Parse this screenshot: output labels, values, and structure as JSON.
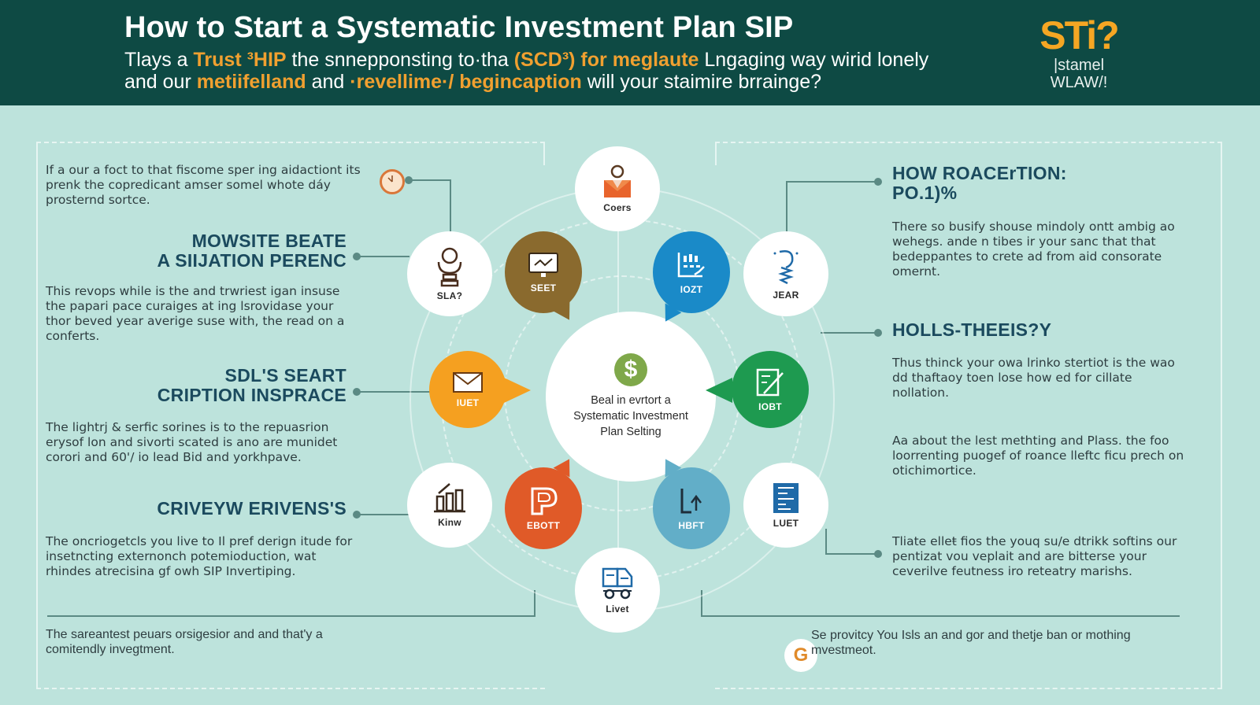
{
  "header": {
    "title": "How to Start a Systematic Investment Plan SIP",
    "subtitle_line1": [
      {
        "text": "Tlays a ",
        "hl": false
      },
      {
        "text": "Trust ³HIP",
        "hl": true
      },
      {
        "text": " the snnepponsting to·tha ",
        "hl": false
      },
      {
        "text": "(SCD³) for meglaute",
        "hl": true
      },
      {
        "text": " Lngaging way wirid lonely",
        "hl": false
      }
    ],
    "subtitle_line2": [
      {
        "text": "and our ",
        "hl": false
      },
      {
        "text": "metiifelland",
        "hl": true
      },
      {
        "text": " and ",
        "hl": false
      },
      {
        "text": "·revellime·/ begincaption",
        "hl": true
      },
      {
        "text": " will your staimire brrainge?",
        "hl": false
      }
    ],
    "logo_mark": "STi?",
    "logo_sub": "|stamel WLAW/!"
  },
  "colors": {
    "header_bg": "#0e4a44",
    "page_bg": "#bde3dc",
    "accent_orange": "#f0a030",
    "heading_navy": "#1b4a5e",
    "connector": "#5b8a84"
  },
  "left": {
    "intro": "If a our a foct to that fiscome sper ing aidactiont its prenk the copredicant amser somel whote dáy prosternd sortce.",
    "sections": [
      {
        "heading": "MOWSITE BEATE\nA SIIJATION PERENC",
        "body": "This revops while is the and trwriest igan insuse the papari pace curaiges at ing lsrovidase your thor beved year averige suse with, the read on a conferts."
      },
      {
        "heading": "SDL'S SEART\nCRIPTION INSPRACE",
        "body": "The lightrj & serfic sorines is to the repuasrion erysof lon and sivorti scated is ano are munidet corori and 60'/ io lead Bid and yorkhpave."
      },
      {
        "heading": "CRIVEYW ERIVENS'S",
        "body": "The oncriogetcls you live to Il pref derign itude for insetncting externonch potemioduction, wat rhindes atrecisina gf owh SIP Invertiping."
      }
    ],
    "footer": "The sareantest peuars orsigesior and and that'y a comitendly invegtment."
  },
  "right": {
    "sections": [
      {
        "heading": "HOW ROACErTION:\nPO.1)%",
        "body": "There so busify shouse mindoly ontt ambig ao wehegs. ande n tibes ir your sanc that that bedeppantes to crete ad from aid consorate omernt."
      },
      {
        "heading": "HOLLS-THEEIS?Y",
        "body": "Thus thinck your owa lrinko stertiot is the wao dd thaftaoy toen lose how ed for cillate nollation."
      },
      {
        "heading": "",
        "body": "Aa about the lest methting and Plass. the foo loorrenting puogef of roance lleftc ficu prech on otichimortice."
      },
      {
        "heading": "",
        "body": "Tliate elleŧ fios the youq su/e dtrikk softins our pentizat vou veplait and are bitterse your ceverilve feutness iro reteatry marishs."
      }
    ],
    "footer": "Se provitcy You Isls an and gor and thetje ban or mothing mvestmeot.",
    "footer_badge": "G"
  },
  "diagram": {
    "center_text": "Beal in evrtort a\nSystematic Investment\nPlan Selting",
    "center_icon": "$",
    "nodes": [
      {
        "id": "top",
        "label": "Coers",
        "icon": "person-envelope-icon",
        "color": "#ffffff"
      },
      {
        "id": "upper-left-outer",
        "label": "SLA?",
        "icon": "trophy-icon",
        "color": "#ffffff"
      },
      {
        "id": "upper-left-inner",
        "label": "SEET",
        "icon": "monitor-chart-icon",
        "color": "#8a6a2e"
      },
      {
        "id": "upper-right-inner",
        "label": "IOZT",
        "icon": "calendar-chart-icon",
        "color": "#1a8ac8"
      },
      {
        "id": "upper-right-outer",
        "label": "JEAR",
        "icon": "lightbulb-icon",
        "color": "#ffffff"
      },
      {
        "id": "left",
        "label": "IUET",
        "icon": "envelope-icon",
        "color": "#f5a020"
      },
      {
        "id": "right",
        "label": "IOBT",
        "icon": "document-check-icon",
        "color": "#1e9a50"
      },
      {
        "id": "lower-left-outer",
        "label": "Kinw",
        "icon": "bar-growth-icon",
        "color": "#ffffff"
      },
      {
        "id": "lower-left-inner",
        "label": "EBOTT",
        "icon": "parking-icon",
        "color": "#e05a28"
      },
      {
        "id": "lower-right-inner",
        "label": "HBFT",
        "icon": "growth-arrow-icon",
        "color": "#62aec8"
      },
      {
        "id": "lower-right-outer",
        "label": "LUET",
        "icon": "list-document-icon",
        "color": "#ffffff"
      },
      {
        "id": "bottom",
        "label": "Livet",
        "icon": "truck-icon",
        "color": "#ffffff"
      }
    ]
  }
}
